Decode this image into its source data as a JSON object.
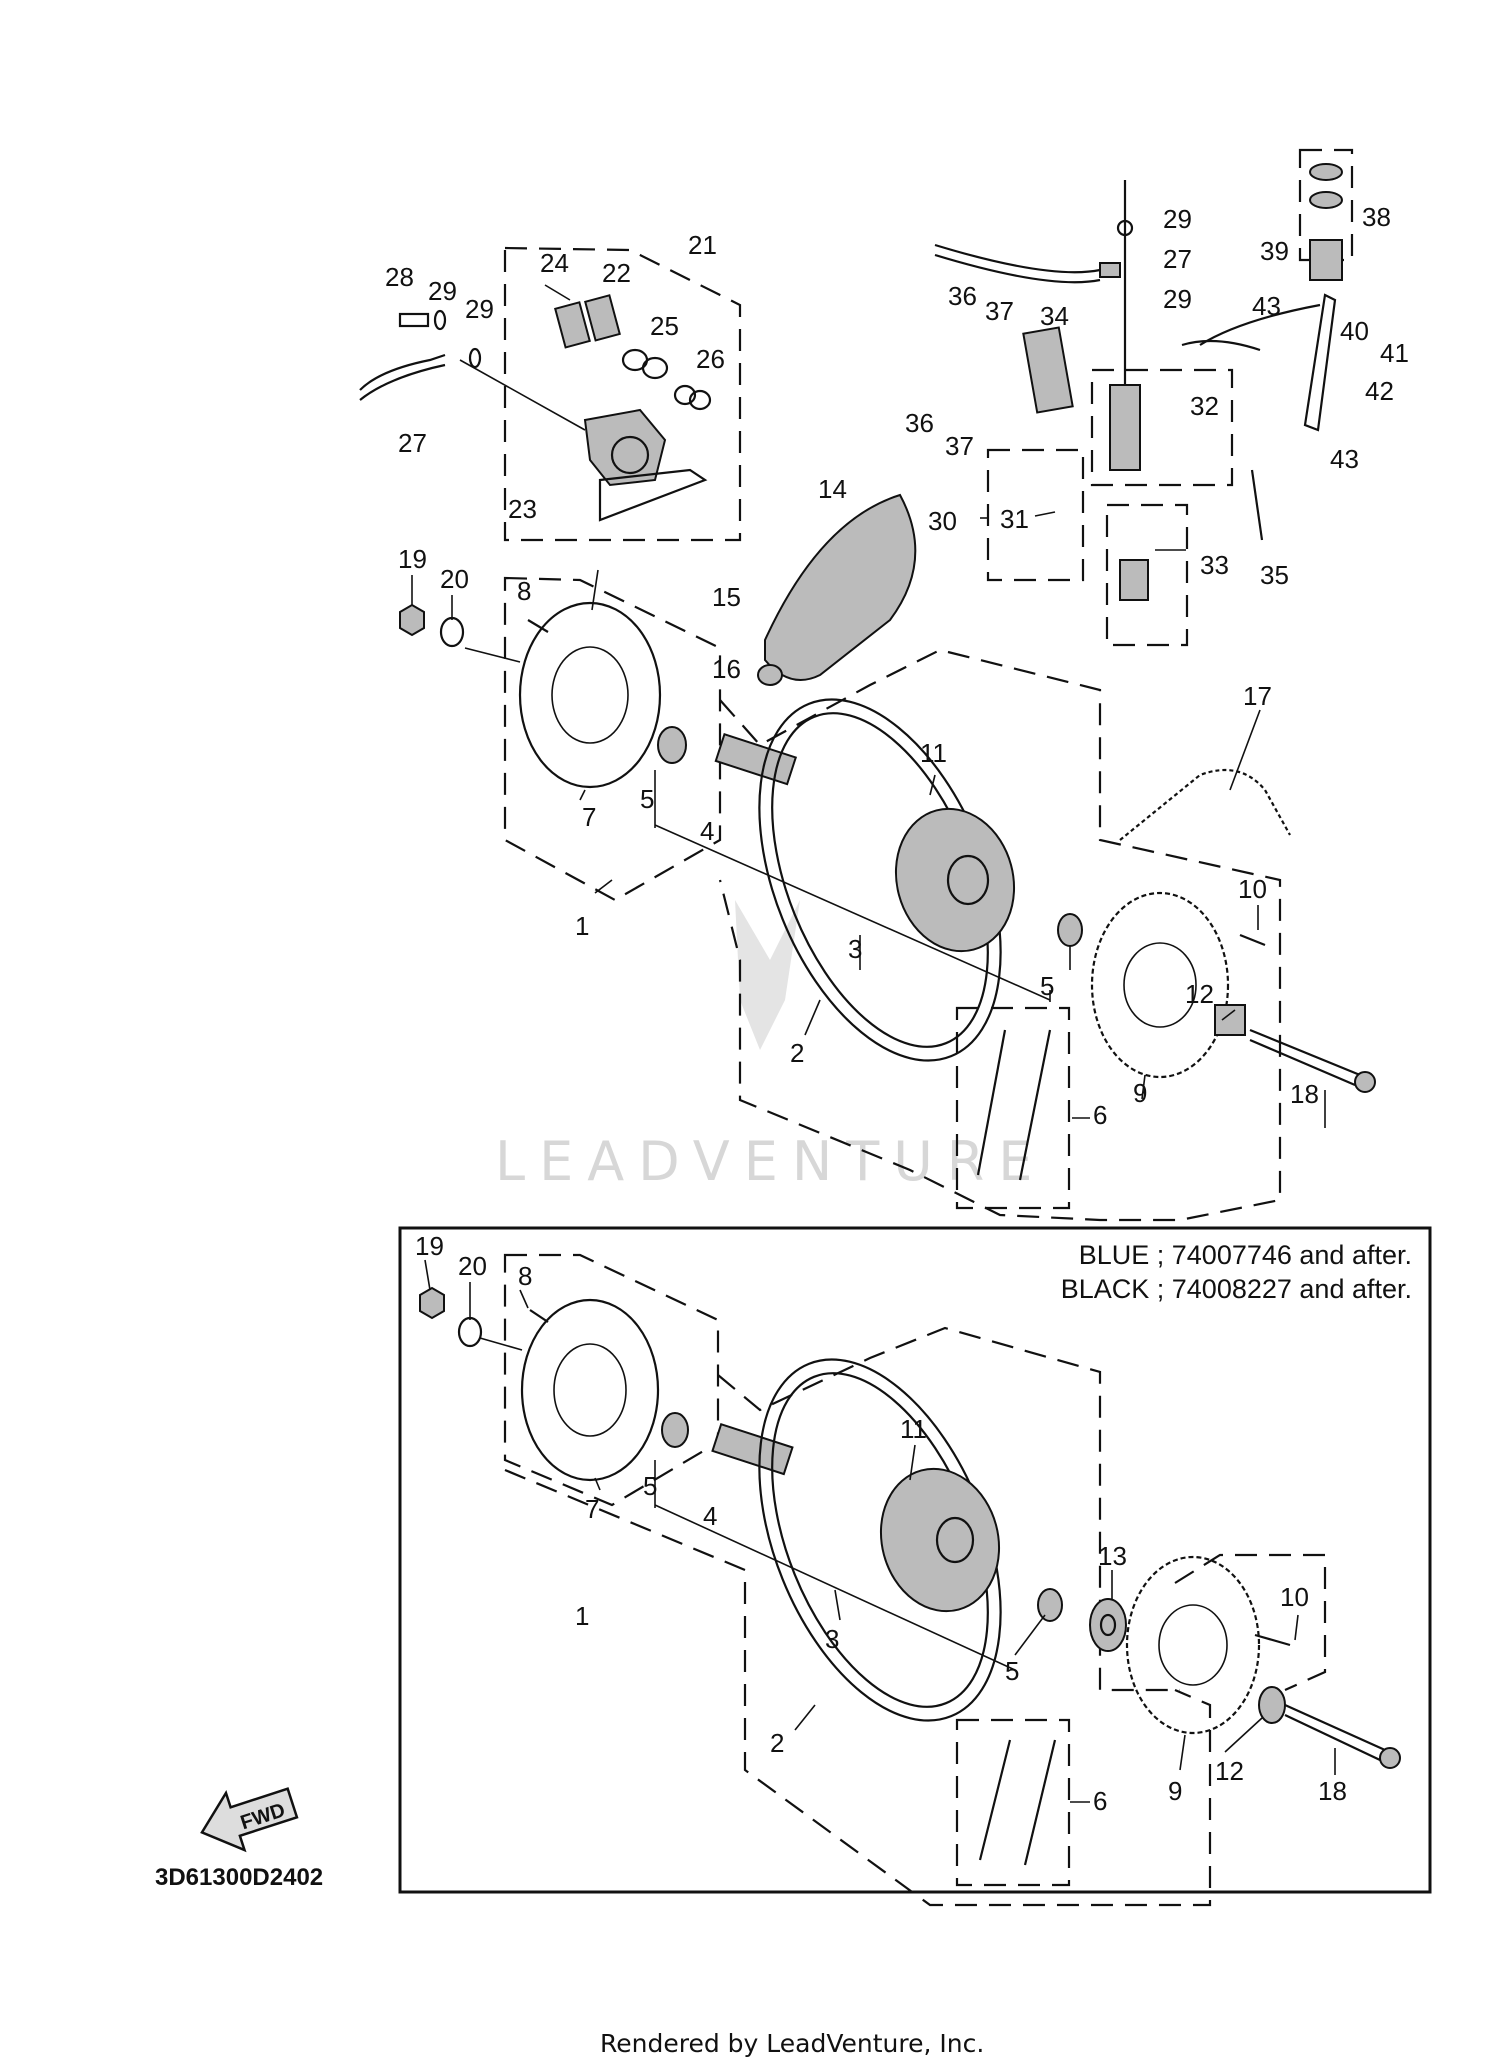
{
  "callouts": {
    "n1": "1",
    "n2": "2",
    "n3": "3",
    "n4": "4",
    "n5": "5",
    "n6": "6",
    "n7": "7",
    "n8": "8",
    "n9": "9",
    "n10": "10",
    "n11": "11",
    "n12": "12",
    "n13": "13",
    "n14": "14",
    "n15": "15",
    "n16": "16",
    "n17": "17",
    "n18": "18",
    "n19": "19",
    "n20": "20",
    "n21": "21",
    "n22": "22",
    "n23": "23",
    "n24": "24",
    "n25": "25",
    "n26": "26",
    "n27": "27",
    "n28": "28",
    "n29": "29",
    "n30": "30",
    "n31": "31",
    "n32": "32",
    "n33": "33",
    "n34": "34",
    "n35": "35",
    "n36": "36",
    "n37": "37",
    "n38": "38",
    "n39": "39",
    "n40": "40",
    "n41": "41",
    "n42": "42",
    "n43": "43"
  },
  "inset_notes": {
    "line1": "BLUE ; 74007746 and after.",
    "line2": "BLACK ; 74008227 and after."
  },
  "fwd_label": "FWD",
  "diagram_code": "3D61300D2402",
  "footer": "Rendered by LeadVenture, Inc.",
  "watermark": "LEADVENTURE",
  "colors": {
    "line": "#111111",
    "watermark": "#d7d7d7",
    "fill": "#bbbbbb"
  }
}
